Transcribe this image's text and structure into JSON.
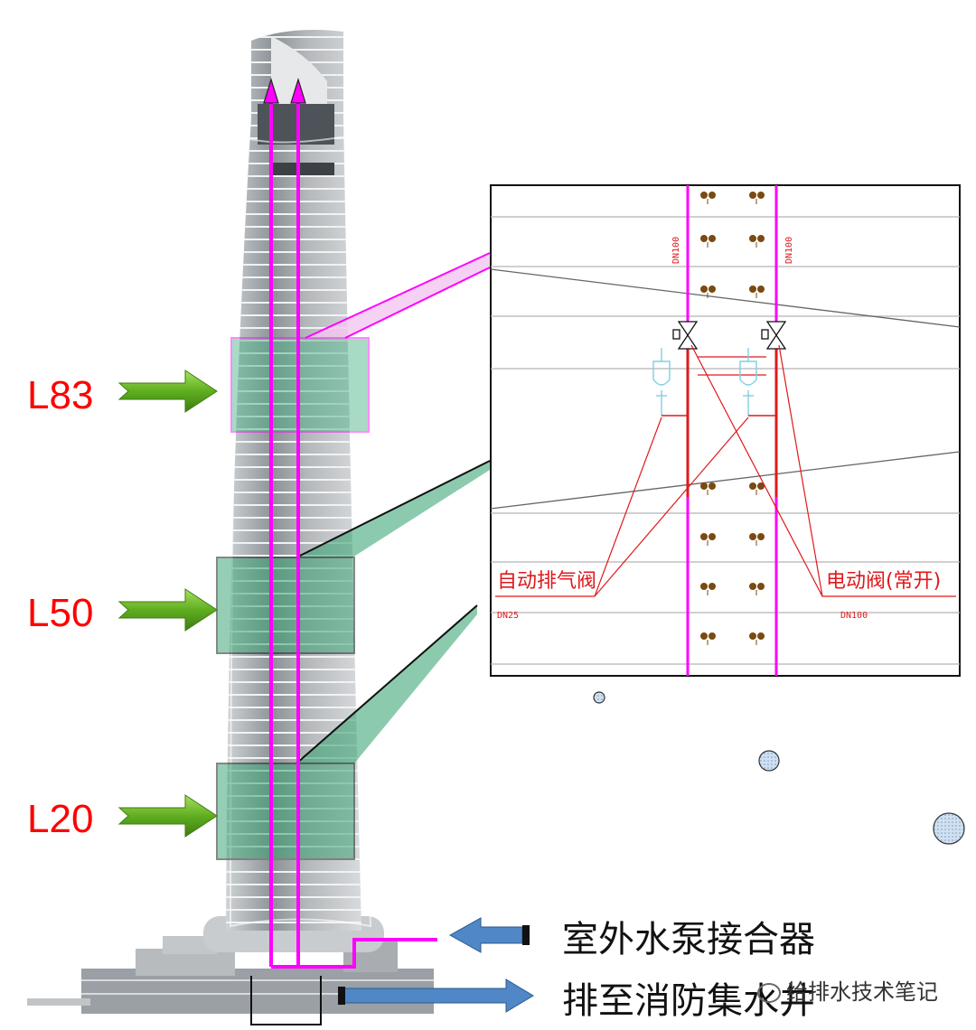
{
  "levels": {
    "l83": "L83",
    "l50": "L50",
    "l20": "L20"
  },
  "labels": {
    "connector": "室外水泵接合器",
    "drain": "排至消防集水井"
  },
  "detail": {
    "auto_valve": "自动排气阀",
    "auto_valve_dn": "DN25",
    "motor_valve": "电动阀(常开)",
    "motor_valve_dn": "DN100",
    "pipe_dn_left": "DN100",
    "pipe_dn_right": "DN100"
  },
  "watermark": "给排水技术笔记",
  "colors": {
    "pipe": "#ff00ff",
    "level_text": "#ff0000",
    "arrow_green": "#6fbf2a",
    "arrow_blue": "#4f87c7",
    "callout_green": "#2e9e6b",
    "detail_red": "#e0191b"
  }
}
